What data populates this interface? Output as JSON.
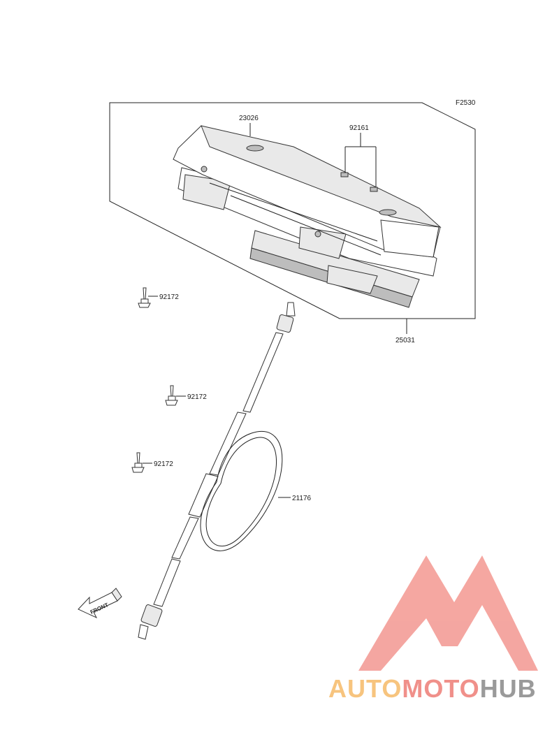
{
  "diagram": {
    "figure_code": "F2530",
    "labels": {
      "meter_top": "23026",
      "bulb": "92161",
      "meter_assy": "25031",
      "screw_1": "92172",
      "screw_2": "92172",
      "screw_3": "92172",
      "cable": "21176"
    },
    "front_arrow": "FRONT"
  },
  "watermark": {
    "part_1": "AUTO",
    "part_2": "MOTO",
    "part_3": "HUB",
    "colors": {
      "auto": "#f7c47e",
      "moto": "#f0908a",
      "hub": "#9a9a9a",
      "logo": "#f4a29c"
    }
  }
}
